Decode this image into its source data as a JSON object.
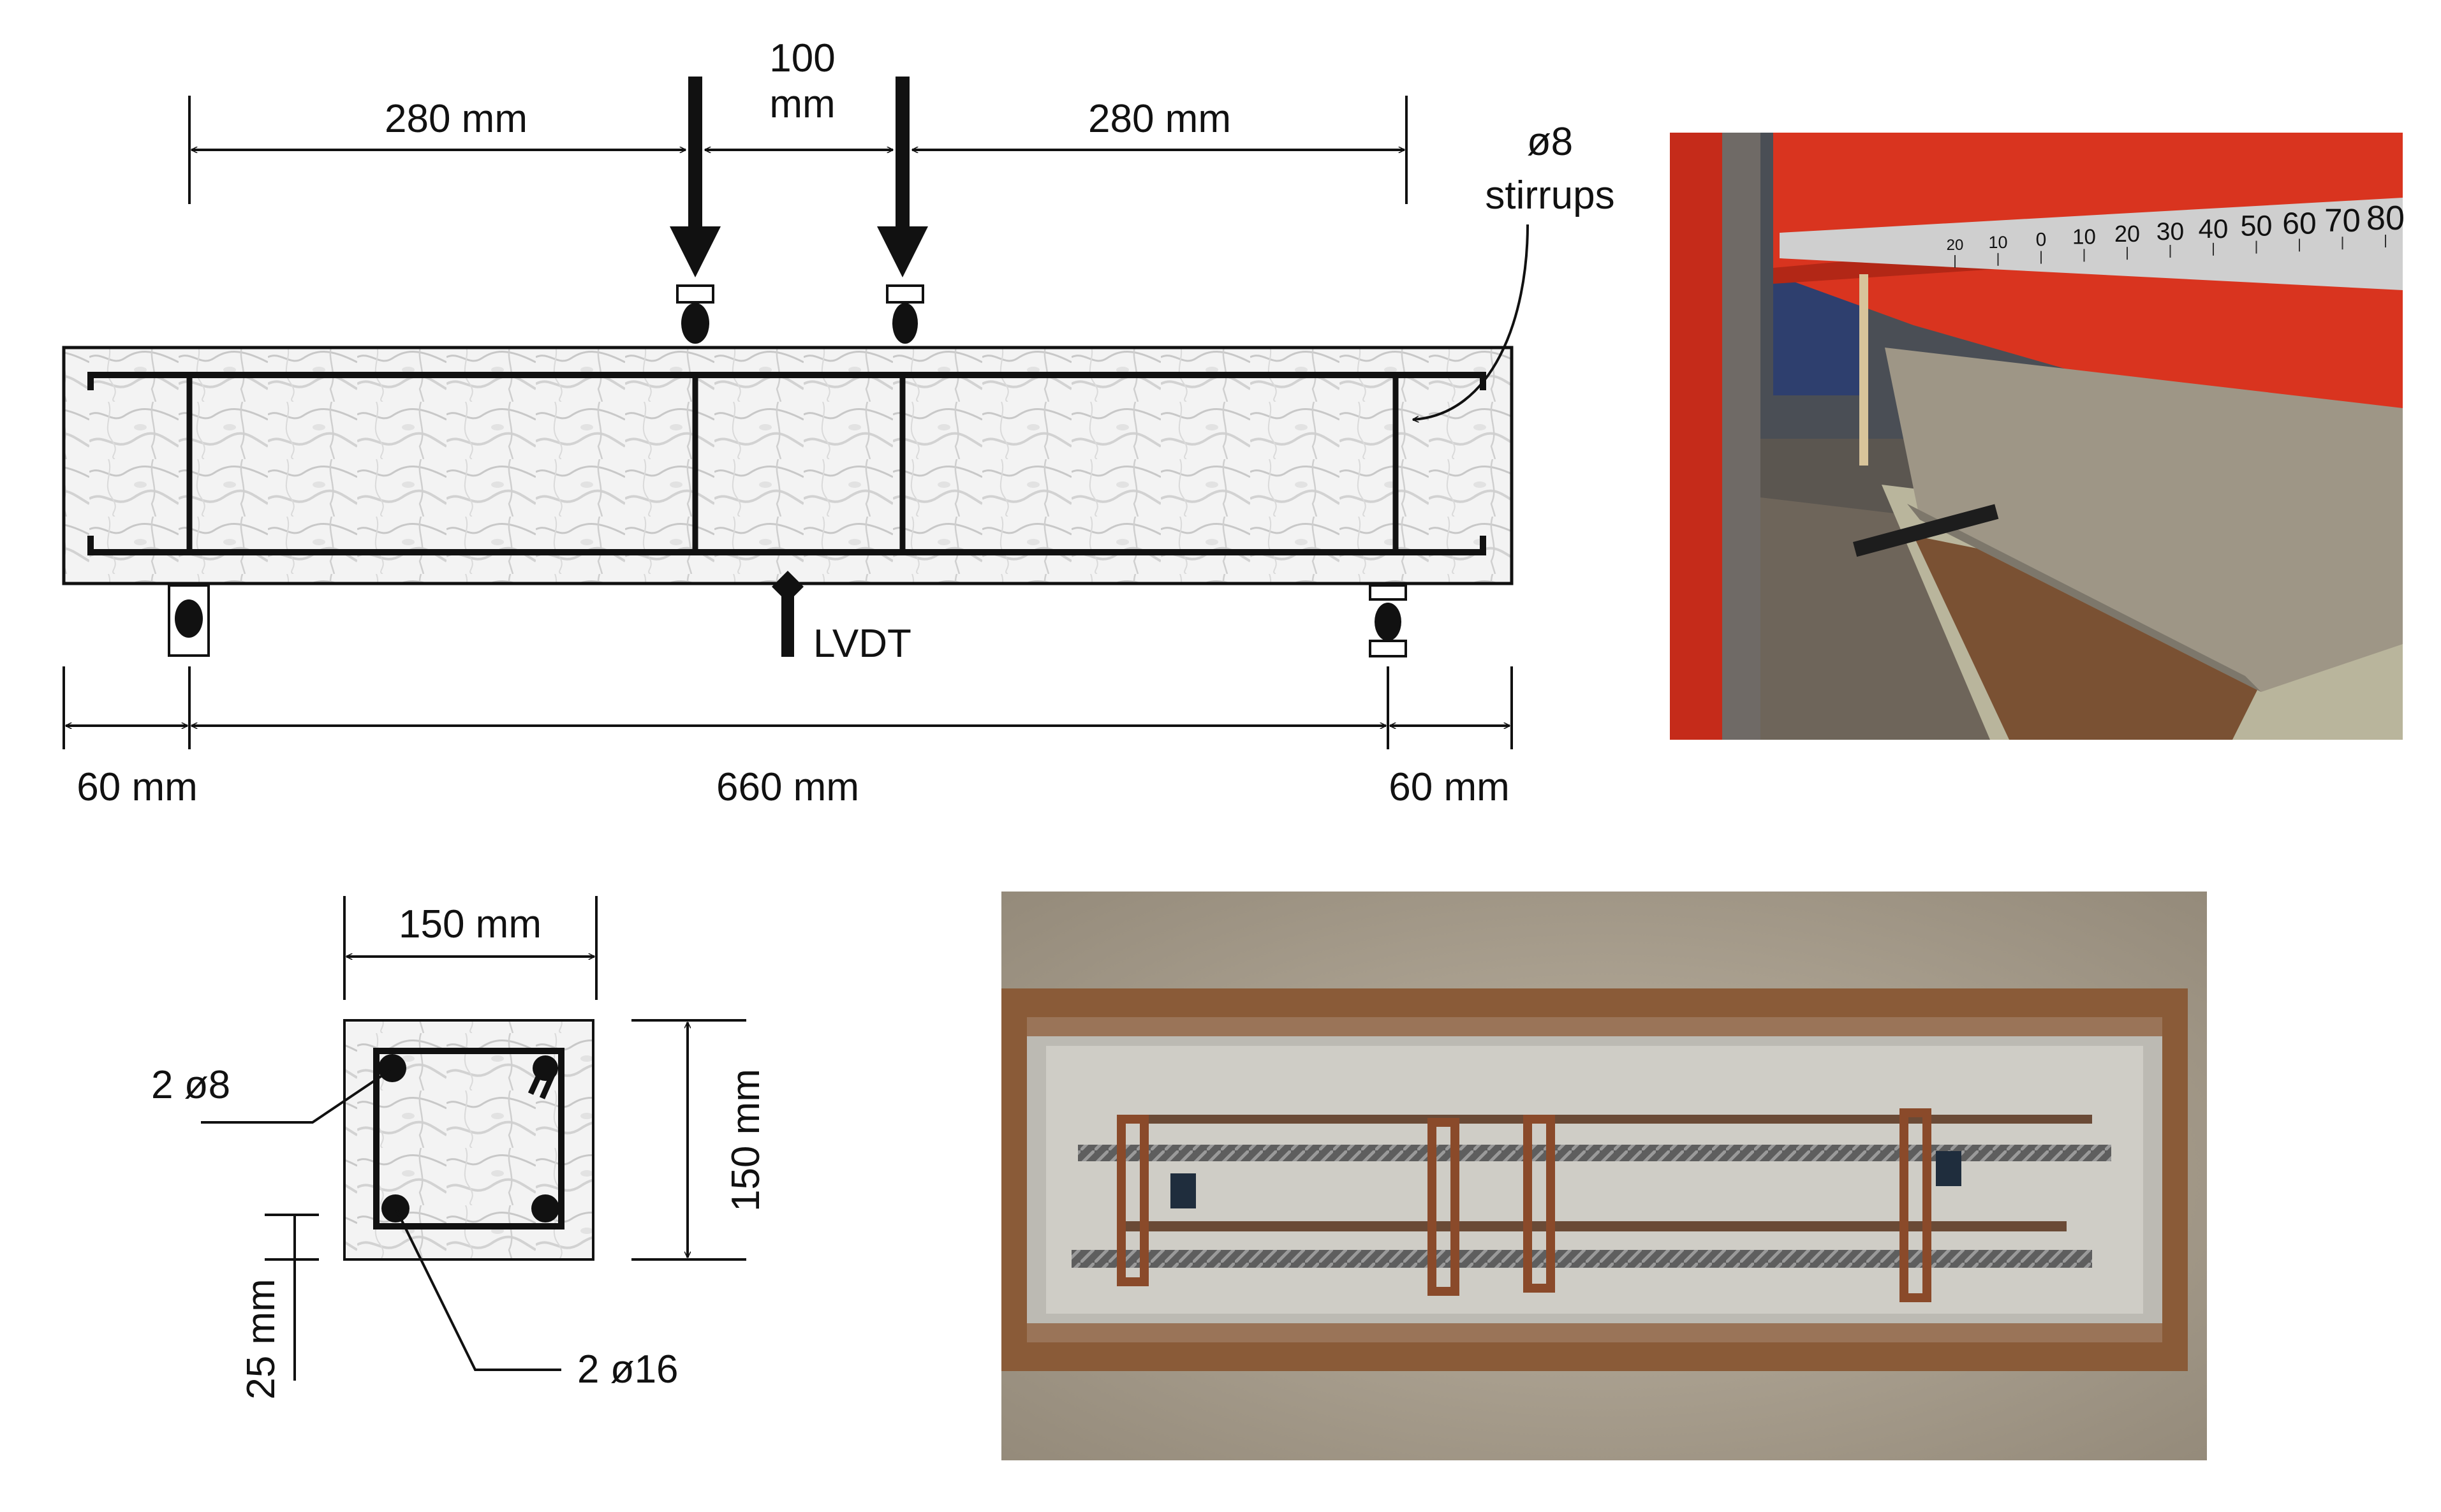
{
  "elevation": {
    "dim_left_shear_span": "280 mm",
    "dim_load_spacing_top": "100",
    "dim_load_spacing_bottom": "mm",
    "dim_right_shear_span": "280 mm",
    "stirrups_label_line1": "ø8",
    "stirrups_label_line2": "stirrups",
    "lvdt_label": "LVDT",
    "dim_left_overhang": "60 mm",
    "dim_span": "660 mm",
    "dim_right_overhang": "60 mm"
  },
  "cross_section": {
    "width_label": "150 mm",
    "height_label": "150 mm",
    "top_bars_label": "2 ø8",
    "bottom_bars_label": "2 ø16",
    "cover_label": "25 mm"
  },
  "photos": {
    "test_setup_scale_numbers": [
      "20",
      "10",
      "0",
      "10",
      "20",
      "30",
      "40",
      "50",
      "60",
      "70",
      "80"
    ]
  },
  "colors": {
    "line": "#111111",
    "concrete_base": "#f2f2f2",
    "frame_red": "#d9341f",
    "steel_rust": "#8a4a2a"
  }
}
